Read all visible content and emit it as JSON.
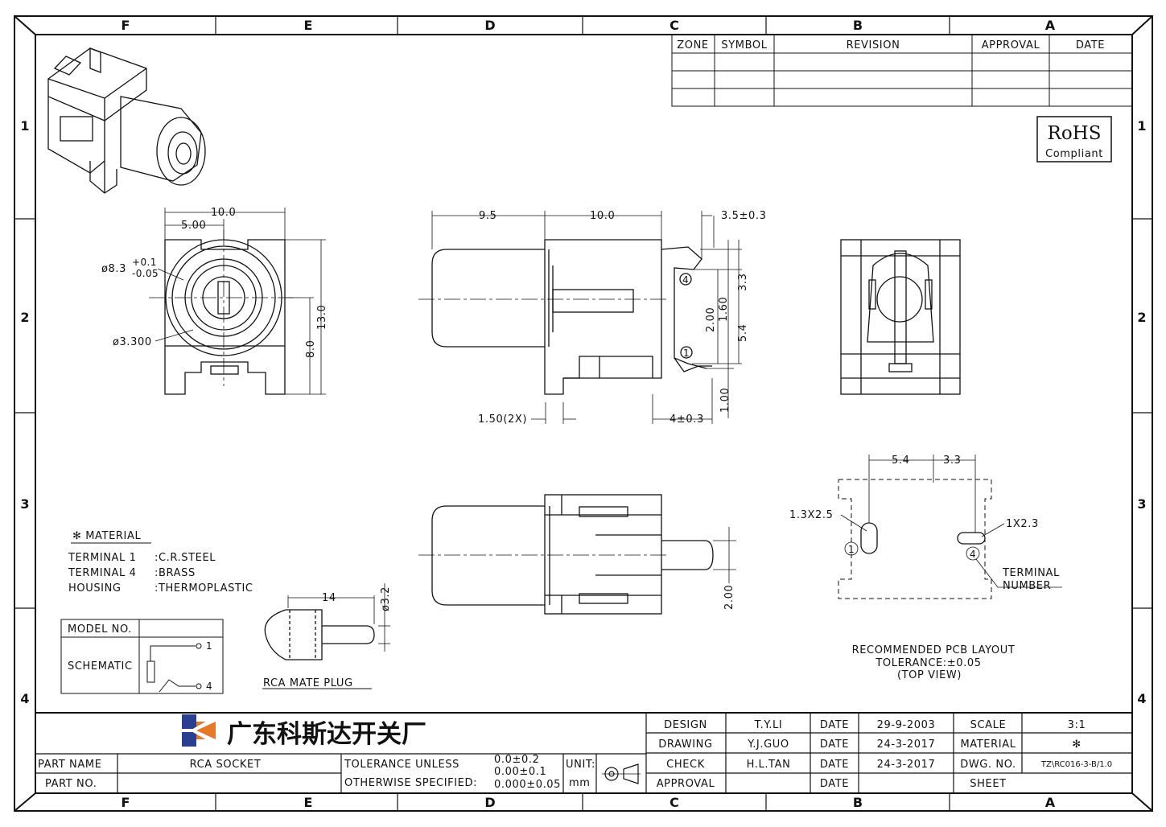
{
  "border": {
    "columns": [
      "F",
      "E",
      "D",
      "C",
      "B",
      "A"
    ],
    "rows": [
      "1",
      "2",
      "3",
      "4"
    ]
  },
  "revision_table": {
    "headers": [
      "ZONE",
      "SYMBOL",
      "REVISION",
      "APPROVAL",
      "DATE"
    ]
  },
  "rohs": {
    "title": "RoHS",
    "subtitle": "Compliant"
  },
  "dims": {
    "front_width": "10.0",
    "front_half": "5.00",
    "front_outer_dia": "ø8.3",
    "front_outer_tol_plus": "+0.1",
    "front_outer_tol_minus": "-0.05",
    "front_inner_dia": "ø3.300",
    "front_height": "13.0",
    "front_center_h": "8.0",
    "side_front_len": "9.5",
    "side_body_len": "10.0",
    "side_tab": "3.5±0.3",
    "side_pin4_ref": "4",
    "side_pin1_ref": "1",
    "side_3_3": "3.3",
    "side_2_00": "2.00",
    "side_1_60": "1.60",
    "side_5_4": "5.4",
    "side_1_00": "1.00",
    "side_1_50": "1.50(2X)",
    "side_4": "4±0.3",
    "top_2_00": "2.00",
    "pcb_5_4": "5.4",
    "pcb_3_3": "3.3",
    "pcb_slot1": "1.3X2.5",
    "pcb_slot4": "1X2.3",
    "pcb_pin1": "1",
    "pcb_pin4": "4",
    "pcb_terminal": "TERMINAL",
    "pcb_number": "NUMBER",
    "pcb_title": "RECOMMENDED PCB LAYOUT",
    "pcb_tol": "TOLERANCE:±0.05",
    "pcb_view": "(TOP VIEW)",
    "plug_len": "14",
    "plug_dia": "ø3.2",
    "plug_caption": "RCA MATE PLUG"
  },
  "material": {
    "title": "✻ MATERIAL",
    "items": [
      {
        "name": "TERMINAL 1",
        "value": ":C.R.STEEL"
      },
      {
        "name": "TERMINAL 4",
        "value": ":BRASS"
      },
      {
        "name": "HOUSING",
        "value": ":THERMOPLASTIC"
      }
    ]
  },
  "schematic_box": {
    "model_label": "MODEL NO.",
    "schematic_label": "SCHEMATIC",
    "pin1": "1",
    "pin4": "4"
  },
  "title_block": {
    "company": "广东科斯达开关厂",
    "part_name_label": "PART NAME",
    "part_name": "RCA SOCKET",
    "part_no_label": "PART NO.",
    "tolerance_line1": "TOLERANCE UNLESS",
    "tolerance_line2": "OTHERWISE SPECIFIED:",
    "tol1": "0.0±0.2",
    "tol2": "0.00±0.1",
    "tol3": "0.000±0.05",
    "unit_label": "UNIT:",
    "unit": "mm",
    "design_label": "DESIGN",
    "design": "T.Y.LI",
    "drawing_label": "DRAWING",
    "drawing": "Y.J.GUO",
    "check_label": "CHECK",
    "check": "H.L.TAN",
    "approval_label": "APPROVAL",
    "date_label": "DATE",
    "date1": "29-9-2003",
    "date2": "24-3-2017",
    "date3": "24-3-2017",
    "scale_label": "SCALE",
    "scale": "3:1",
    "material_label": "MATERIAL",
    "material": "✻",
    "dwg_label": "DWG. NO.",
    "dwg": "TZ\\RC016-3-B/1.0",
    "sheet_label": "SHEET"
  },
  "colors": {
    "line": "#111111",
    "logo_blue": "#2a3f8f",
    "logo_orange": "#e6782a"
  }
}
